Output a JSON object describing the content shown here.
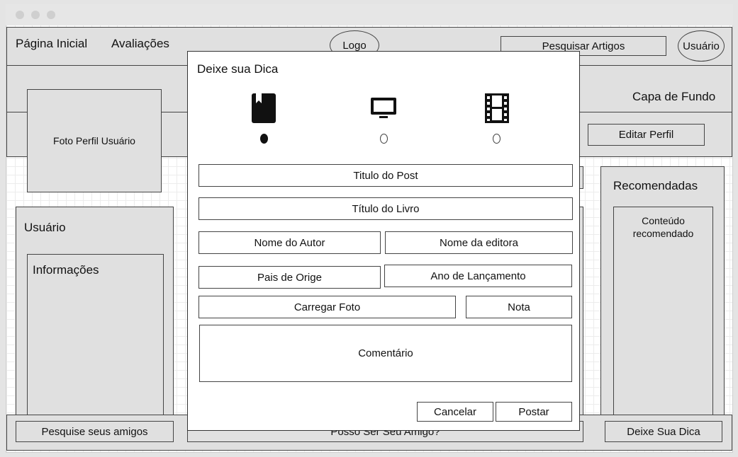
{
  "nav": {
    "home": "Página Inicial",
    "reviews": "Avaliações",
    "logo": "Logo",
    "search": "Pesquisar Artigos",
    "user": "Usuário"
  },
  "profile": {
    "cover": "Capa de Fundo",
    "photo": "Foto Perfil Usuário",
    "edit": "Editar Perfil"
  },
  "left_panel": {
    "title": "Usuário",
    "info": "Informações"
  },
  "right_panel": {
    "title": "Recomendadas",
    "content": "Conteúdo recomendado"
  },
  "footer": {
    "search_friends": "Pesquise seus amigos",
    "friend_question": "Posso Ser Seu Amigo?",
    "tip": "Deixe Sua Dica"
  },
  "modal": {
    "title": "Deixe sua Dica",
    "media_types": [
      {
        "icon": "book-icon",
        "selected": true
      },
      {
        "icon": "tv-icon",
        "selected": false
      },
      {
        "icon": "film-icon",
        "selected": false
      }
    ],
    "fields": {
      "post_title": "Titulo do Post",
      "book_title": "Título do Livro",
      "author": "Nome do Autor",
      "publisher": "Nome da editora",
      "country": "Pais de Orige",
      "year": "Ano de Lançamento",
      "upload": "Carregar Foto",
      "rating": "Nota",
      "comment": "Comentário"
    },
    "cancel": "Cancelar",
    "submit": "Postar"
  }
}
